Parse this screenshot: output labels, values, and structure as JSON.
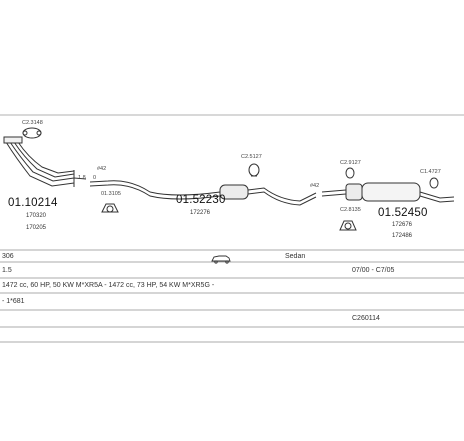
{
  "parts": {
    "p1": {
      "number": "01.10214",
      "refs": [
        "170320",
        "170205"
      ]
    },
    "p2": {
      "number": "01.52230",
      "refs": [
        "172276"
      ]
    },
    "p3": {
      "number": "01.52450",
      "refs": [
        "172676",
        "172486"
      ]
    }
  },
  "accessories": {
    "a_top_left": "C2.3148",
    "a_42_left": "#42",
    "a_ring_mid": "01.3105",
    "a_clamp_mid": "C2.5127",
    "a_42_right": "#42",
    "a_left_rear": "C2.9127",
    "a_right_rear": "C1.4727",
    "a_rear_bottom": "C2.8135"
  },
  "fitting_marks": [
    "1.8",
    "0"
  ],
  "vehicle": {
    "model": "306",
    "body": "Sedan",
    "engine": "1.5",
    "years": "07/00 - C7/05",
    "specs": "1472 cc, 60 HP, 50 KW M*XR5A - 1472 cc, 73 HP, 54 KW M*XR5G -",
    "code": "- 1*681",
    "catalog_ref": "C260114"
  },
  "icons": {
    "car_icon": "car-icon",
    "bracket_icon": "bracket-icon",
    "clamp_icon": "clamp-icon"
  }
}
